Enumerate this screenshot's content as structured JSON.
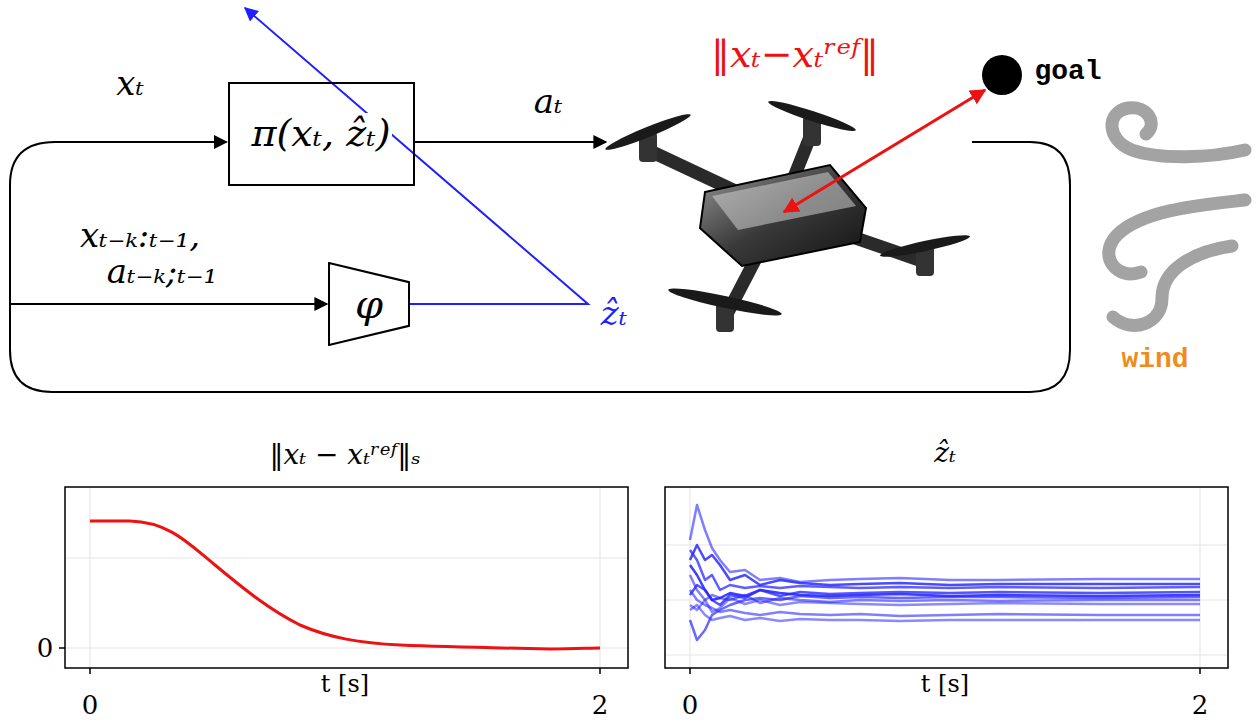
{
  "diagram": {
    "nodes": [
      {
        "text": [
          "π(xₜ, ẑₜ)"
        ]
      },
      {
        "text": [
          "φ"
        ]
      }
    ],
    "labels": [
      "xₜ",
      "aₜ",
      "xₜ₋ₖ:ₜ₋₁,",
      "aₜ₋ₖ;ₜ₋₁",
      "ẑₜ",
      "‖xₜ−xₜʳᵉᶠ‖",
      "goal",
      "wind",
      "‖xₜ − xₜʳᵉᶠ‖ₛ",
      "0",
      "0",
      "t [s]",
      "2",
      "ẑₜ",
      "0",
      "t [s]",
      "2"
    ]
  }
}
